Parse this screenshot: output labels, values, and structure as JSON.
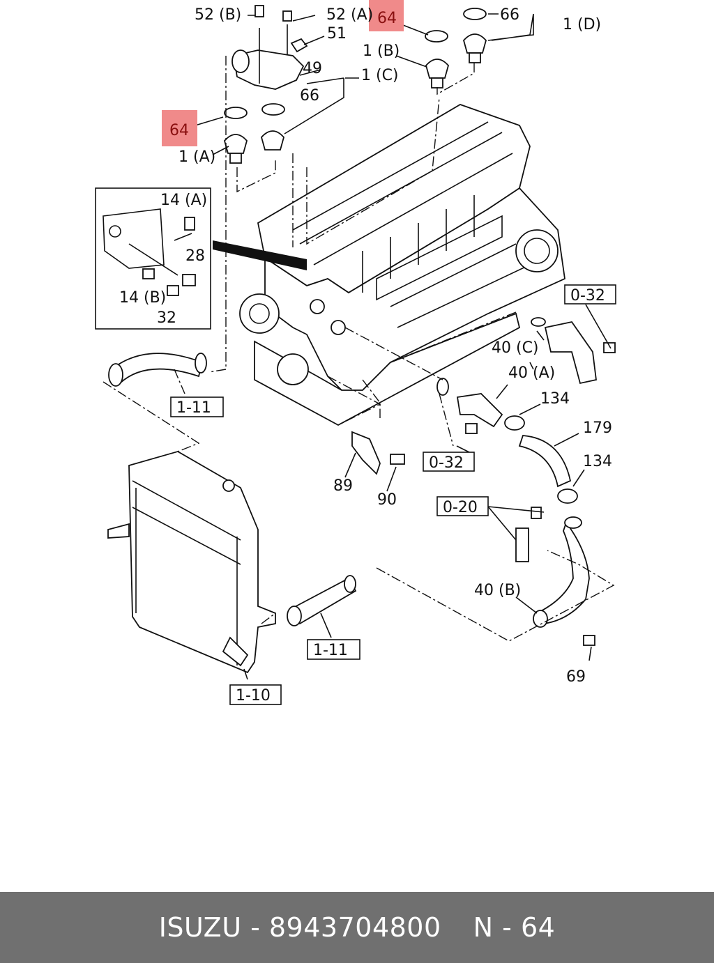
{
  "labels": {
    "l52b": "52 (B)",
    "l52a": "52 (A)",
    "l64top": "64",
    "l66top": "66",
    "l1d": "1 (D)",
    "l51": "51",
    "l1b": "1 (B)",
    "l49": "49",
    "l1c": "1 (C)",
    "l66mid": "66",
    "l64left": "64",
    "l1a": "1 (A)",
    "l14a": "14 (A)",
    "l28": "28",
    "l14b": "14 (B)",
    "l32": "32",
    "ref0_32a": "0-32",
    "l40c": "40 (C)",
    "l40a": "40 (A)",
    "l134a": "134",
    "ref1_11a": "1-11",
    "l179": "179",
    "ref0_32b": "0-32",
    "l134b": "134",
    "l89": "89",
    "l90": "90",
    "ref0_20": "0-20",
    "l40b": "40 (B)",
    "ref1_11b": "1-11",
    "l69": "69",
    "ref1_10": "1-10"
  },
  "highlight_color": "#f08a8a",
  "footer": {
    "brand_part": "ISUZU - 8943704800",
    "ref": "N - 64"
  }
}
